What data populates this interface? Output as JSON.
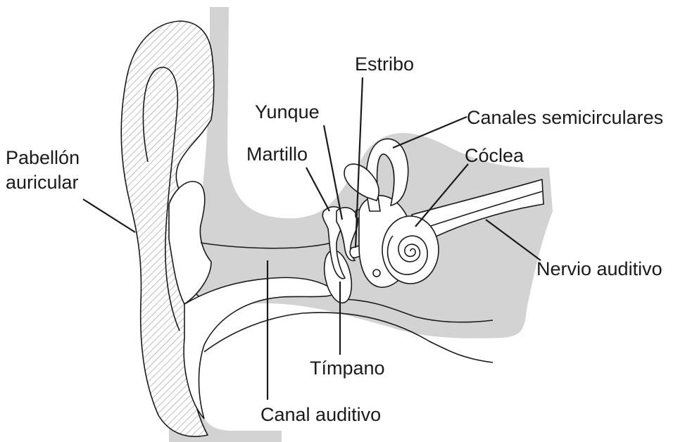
{
  "labels": {
    "pinna": "Pabellón",
    "pinna_line2": "auricular",
    "hammer": "Martillo",
    "anvil": "Yunque",
    "stirrup": "Estribo",
    "semicircular": "Canales semicirculares",
    "cochlea": "Cóclea",
    "auditory_nerve": "Nervio auditivo",
    "eardrum": "Tímpano",
    "ear_canal": "Canal auditivo"
  },
  "colors": {
    "shade": "#d3d3d3",
    "line": "#1a1a1a",
    "hatch": "#9a9a9a"
  }
}
